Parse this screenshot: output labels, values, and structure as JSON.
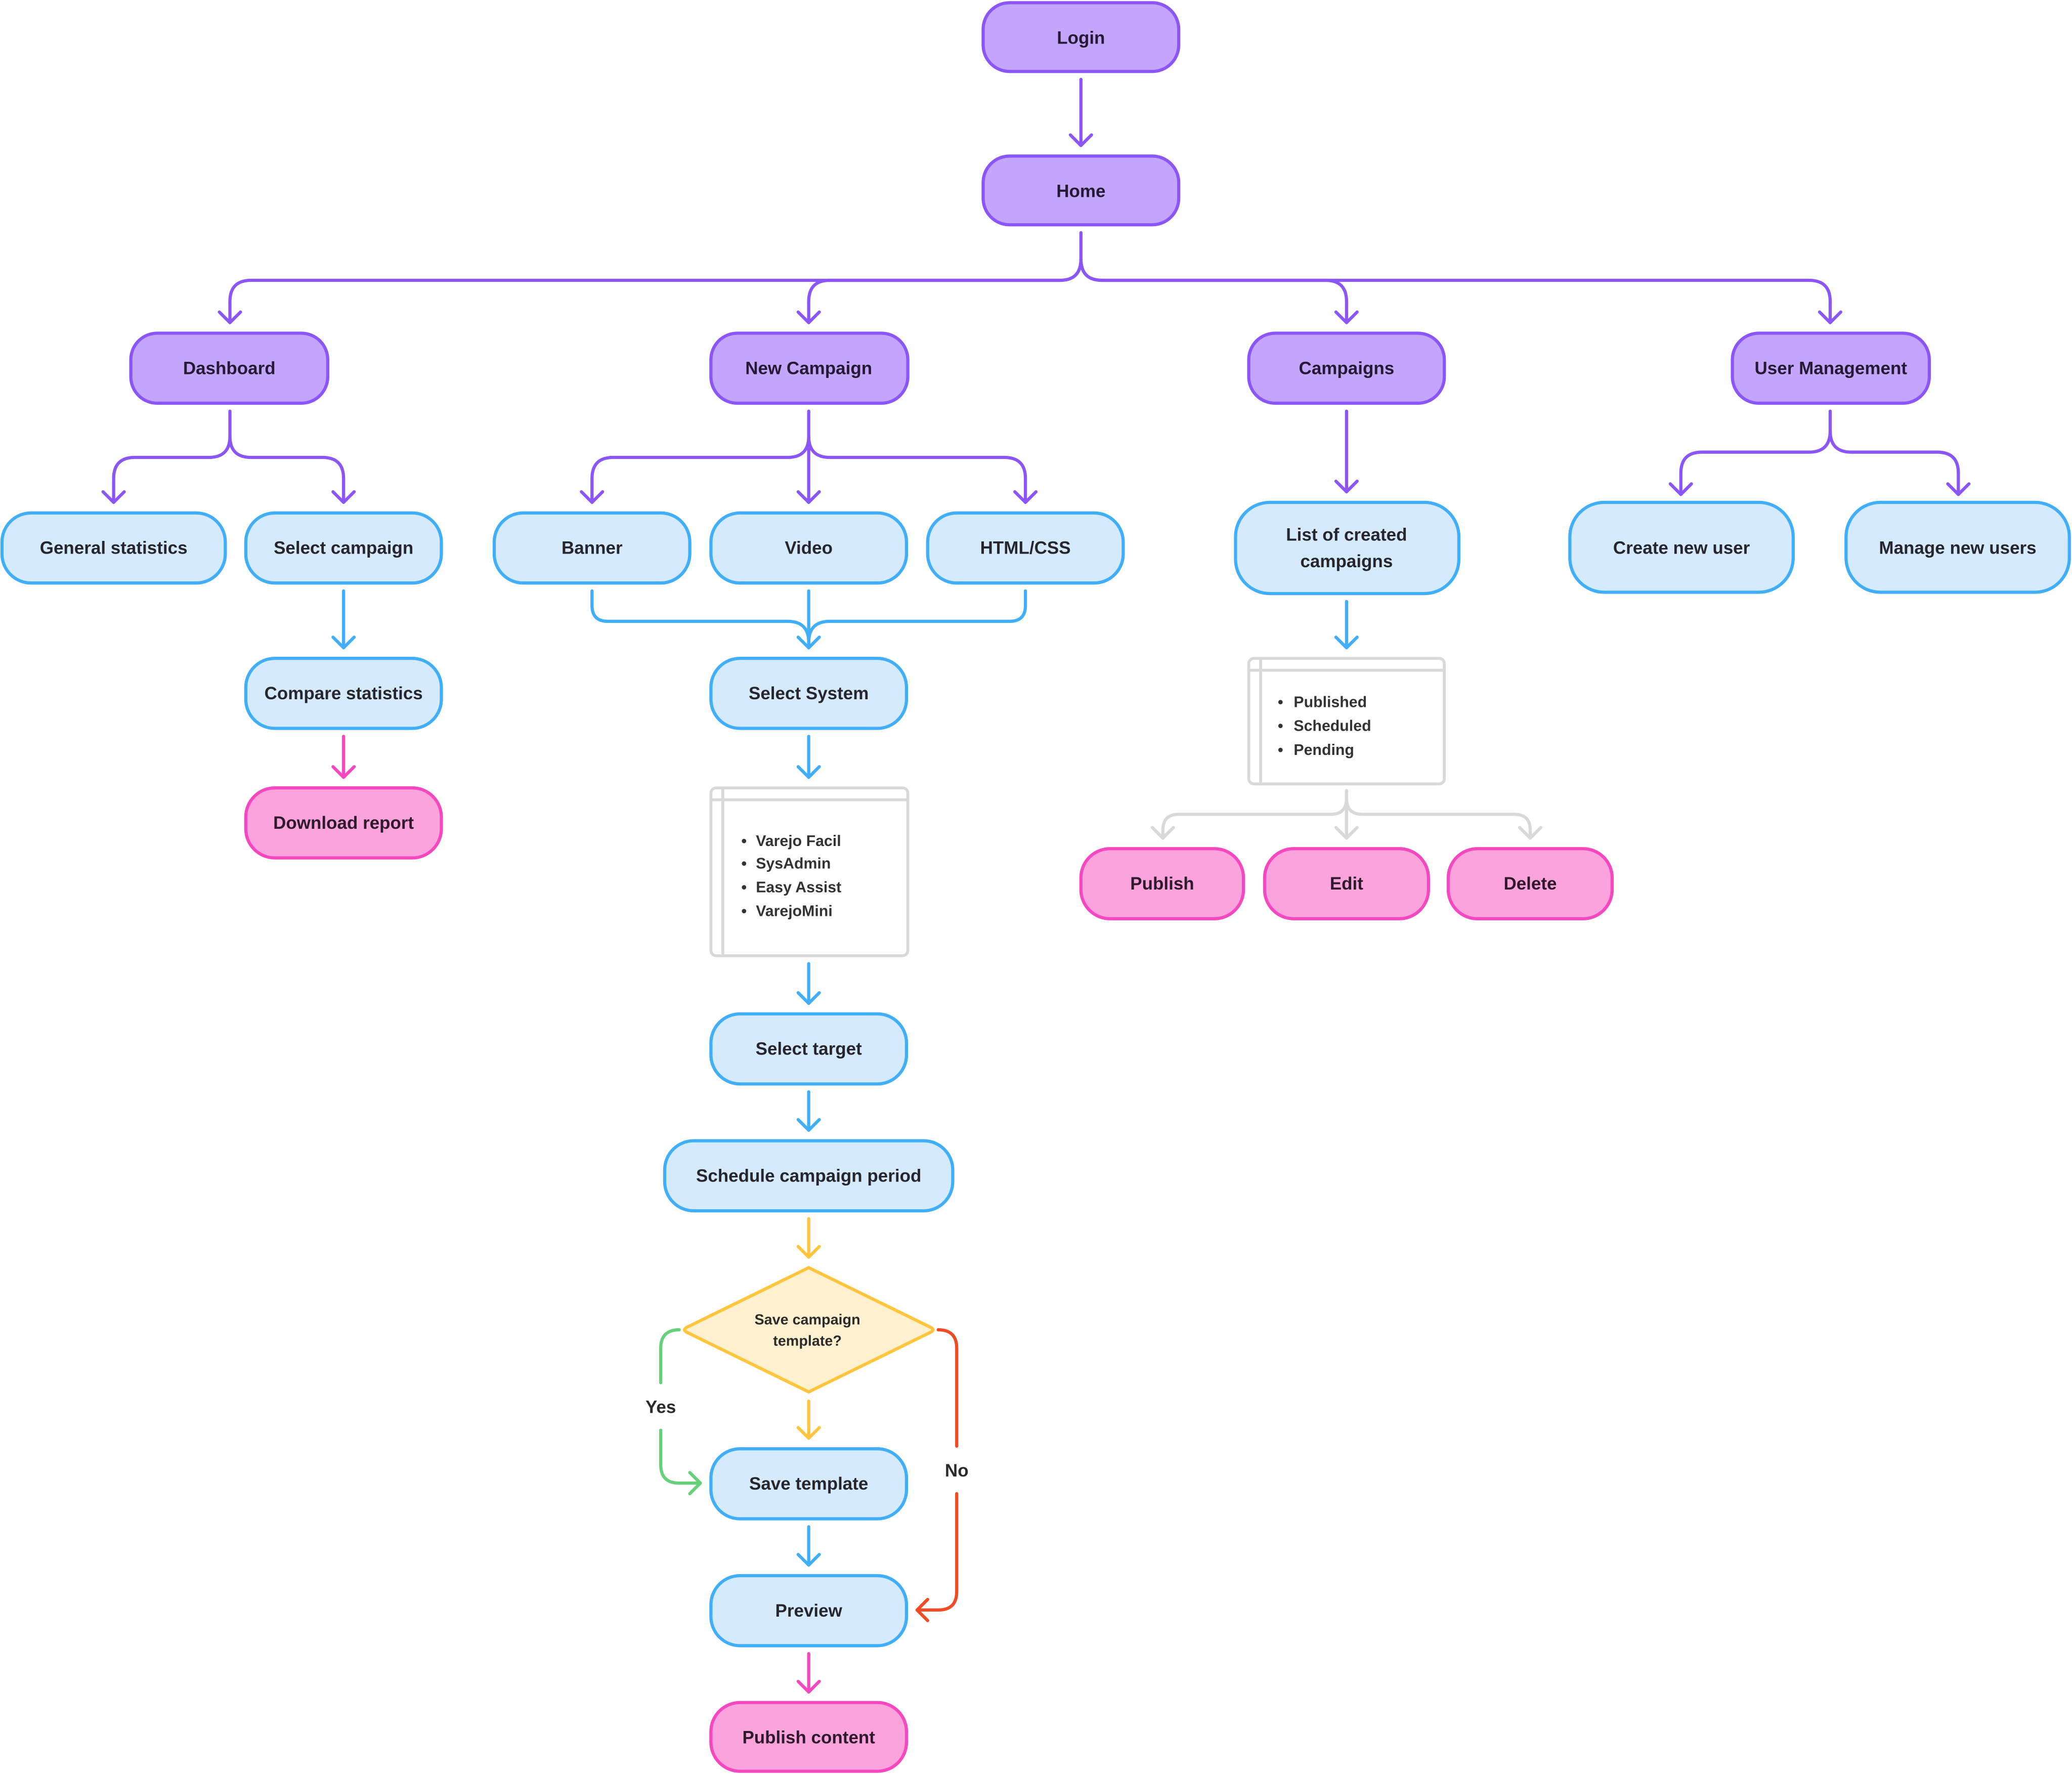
{
  "diagram": {
    "title": "Campaign management app flow",
    "colors": {
      "purple_fill": "#c3a6fc",
      "purple_stroke": "#8b55f7",
      "blue_fill": "#d5eafc",
      "blue_stroke": "#40aef8",
      "pink_fill": "#faa3dc",
      "pink_stroke": "#f548c0",
      "yellow_fill": "#fff0cf",
      "yellow_stroke": "#ffc53d",
      "gray_stroke": "#d9d9d9",
      "green": "#66d17a",
      "red": "#ef4b24"
    },
    "nodes": {
      "login": "Login",
      "home": "Home",
      "dashboard": "Dashboard",
      "new_campaign": "New Campaign",
      "campaigns": "Campaigns",
      "user_management": "User Management",
      "general_statistics": "General statistics",
      "select_campaign": "Select campaign",
      "compare_statistics": "Compare statistics",
      "download_report": "Download report",
      "banner": "Banner",
      "video": "Video",
      "html_css": "HTML/CSS",
      "select_system": "Select System",
      "select_target": "Select target",
      "schedule_campaign_period": "Schedule campaign period",
      "decision_line1": "Save campaign",
      "decision_line2": "template?",
      "save_template": "Save template",
      "preview": "Preview",
      "publish_content": "Publish content",
      "list_created_line1": "List of created",
      "list_created_line2": "campaigns",
      "publish": "Publish",
      "edit": "Edit",
      "delete": "Delete",
      "create_new_user": "Create new user",
      "manage_new_users": "Manage new users"
    },
    "systems_list": [
      "Varejo Facil",
      "SysAdmin",
      "Easy Assist",
      "VarejoMini"
    ],
    "campaign_status_list": [
      "Published",
      "Scheduled",
      "Pending"
    ],
    "edge_labels": {
      "yes": "Yes",
      "no": "No"
    },
    "bullet": "•"
  }
}
